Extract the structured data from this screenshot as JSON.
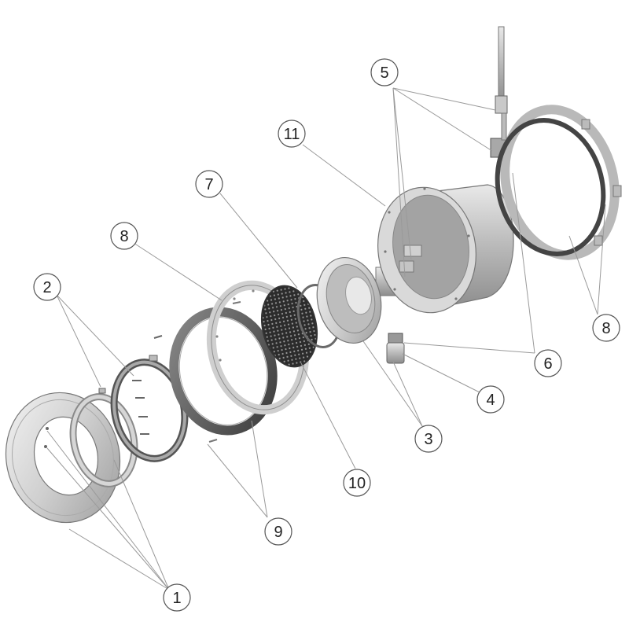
{
  "callouts": [
    {
      "id": "c1",
      "label": "1"
    },
    {
      "id": "c2",
      "label": "2"
    },
    {
      "id": "c3",
      "label": "3"
    },
    {
      "id": "c4",
      "label": "4"
    },
    {
      "id": "c5",
      "label": "5"
    },
    {
      "id": "c6",
      "label": "6"
    },
    {
      "id": "c7",
      "label": "7"
    },
    {
      "id": "c8a",
      "label": "8"
    },
    {
      "id": "c8b",
      "label": "8"
    },
    {
      "id": "c9",
      "label": "9"
    },
    {
      "id": "c10",
      "label": "10"
    },
    {
      "id": "c11",
      "label": "11"
    }
  ]
}
